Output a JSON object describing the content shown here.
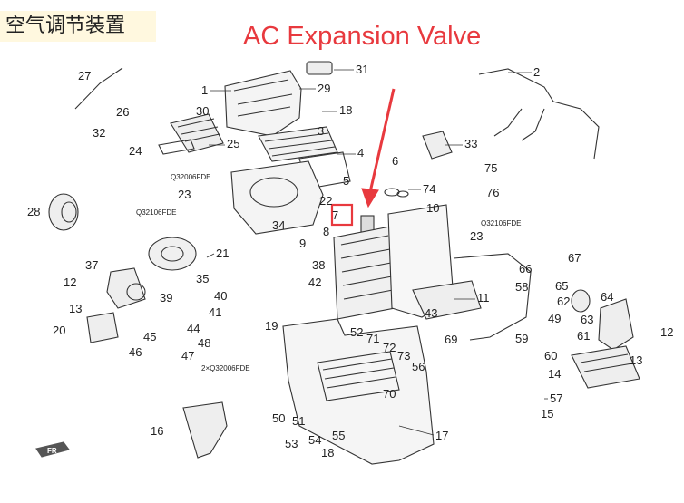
{
  "title": "空气调节装置",
  "headline": "AC Expansion Valve",
  "highlight_callout": "7",
  "accent_color": "#e8393e",
  "callouts": [
    {
      "id": "c27",
      "label": "27"
    },
    {
      "id": "c1",
      "label": "1"
    },
    {
      "id": "c29",
      "label": "29"
    },
    {
      "id": "c31",
      "label": "31"
    },
    {
      "id": "c2",
      "label": "2"
    },
    {
      "id": "c26",
      "label": "26"
    },
    {
      "id": "c30",
      "label": "30"
    },
    {
      "id": "c18a",
      "label": "18"
    },
    {
      "id": "c32",
      "label": "32"
    },
    {
      "id": "c25",
      "label": "25"
    },
    {
      "id": "c3",
      "label": "3"
    },
    {
      "id": "c33",
      "label": "33"
    },
    {
      "id": "c24",
      "label": "24"
    },
    {
      "id": "c4",
      "label": "4"
    },
    {
      "id": "c6",
      "label": "6"
    },
    {
      "id": "c75",
      "label": "75"
    },
    {
      "id": "c5",
      "label": "5"
    },
    {
      "id": "c74",
      "label": "74"
    },
    {
      "id": "c76",
      "label": "76"
    },
    {
      "id": "c23a",
      "label": "23"
    },
    {
      "id": "c22",
      "label": "22"
    },
    {
      "id": "c28",
      "label": "28"
    },
    {
      "id": "c10",
      "label": "10"
    },
    {
      "id": "c34",
      "label": "34"
    },
    {
      "id": "c8",
      "label": "8"
    },
    {
      "id": "c23b",
      "label": "23"
    },
    {
      "id": "c9",
      "label": "9"
    },
    {
      "id": "c21",
      "label": "21"
    },
    {
      "id": "c67",
      "label": "67"
    },
    {
      "id": "c37",
      "label": "37"
    },
    {
      "id": "c38",
      "label": "38"
    },
    {
      "id": "c66",
      "label": "66"
    },
    {
      "id": "c12a",
      "label": "12"
    },
    {
      "id": "c35",
      "label": "35"
    },
    {
      "id": "c42",
      "label": "42"
    },
    {
      "id": "c65",
      "label": "65"
    },
    {
      "id": "c58",
      "label": "58"
    },
    {
      "id": "c40",
      "label": "40"
    },
    {
      "id": "c39",
      "label": "39"
    },
    {
      "id": "c11",
      "label": "11"
    },
    {
      "id": "c62",
      "label": "62"
    },
    {
      "id": "c64",
      "label": "64"
    },
    {
      "id": "c13a",
      "label": "13"
    },
    {
      "id": "c41",
      "label": "41"
    },
    {
      "id": "c43",
      "label": "43"
    },
    {
      "id": "c49",
      "label": "49"
    },
    {
      "id": "c63",
      "label": "63"
    },
    {
      "id": "c20",
      "label": "20"
    },
    {
      "id": "c19",
      "label": "19"
    },
    {
      "id": "c52",
      "label": "52"
    },
    {
      "id": "c12b",
      "label": "12"
    },
    {
      "id": "c44",
      "label": "44"
    },
    {
      "id": "c69",
      "label": "69"
    },
    {
      "id": "c59",
      "label": "59"
    },
    {
      "id": "c61",
      "label": "61"
    },
    {
      "id": "c45",
      "label": "45"
    },
    {
      "id": "c71",
      "label": "71"
    },
    {
      "id": "c72",
      "label": "72"
    },
    {
      "id": "c48",
      "label": "48"
    },
    {
      "id": "c73",
      "label": "73"
    },
    {
      "id": "c60",
      "label": "60"
    },
    {
      "id": "c46",
      "label": "46"
    },
    {
      "id": "c47",
      "label": "47"
    },
    {
      "id": "c56",
      "label": "56"
    },
    {
      "id": "c13b",
      "label": "13"
    },
    {
      "id": "c14",
      "label": "14"
    },
    {
      "id": "c70",
      "label": "70"
    },
    {
      "id": "c57",
      "label": "57"
    },
    {
      "id": "c15",
      "label": "15"
    },
    {
      "id": "c16",
      "label": "16"
    },
    {
      "id": "c50",
      "label": "50"
    },
    {
      "id": "c51",
      "label": "51"
    },
    {
      "id": "c17",
      "label": "17"
    },
    {
      "id": "c53",
      "label": "53"
    },
    {
      "id": "c54",
      "label": "54"
    },
    {
      "id": "c55",
      "label": "55"
    },
    {
      "id": "c18b",
      "label": "18"
    }
  ],
  "part_codes": [
    {
      "id": "p1",
      "label": "Q32006FDE"
    },
    {
      "id": "p2",
      "label": "Q32106FDE"
    },
    {
      "id": "p3",
      "label": "Q32106FDE"
    },
    {
      "id": "p4",
      "label": "2×Q32006FDE"
    }
  ],
  "direction_mark": "FR"
}
